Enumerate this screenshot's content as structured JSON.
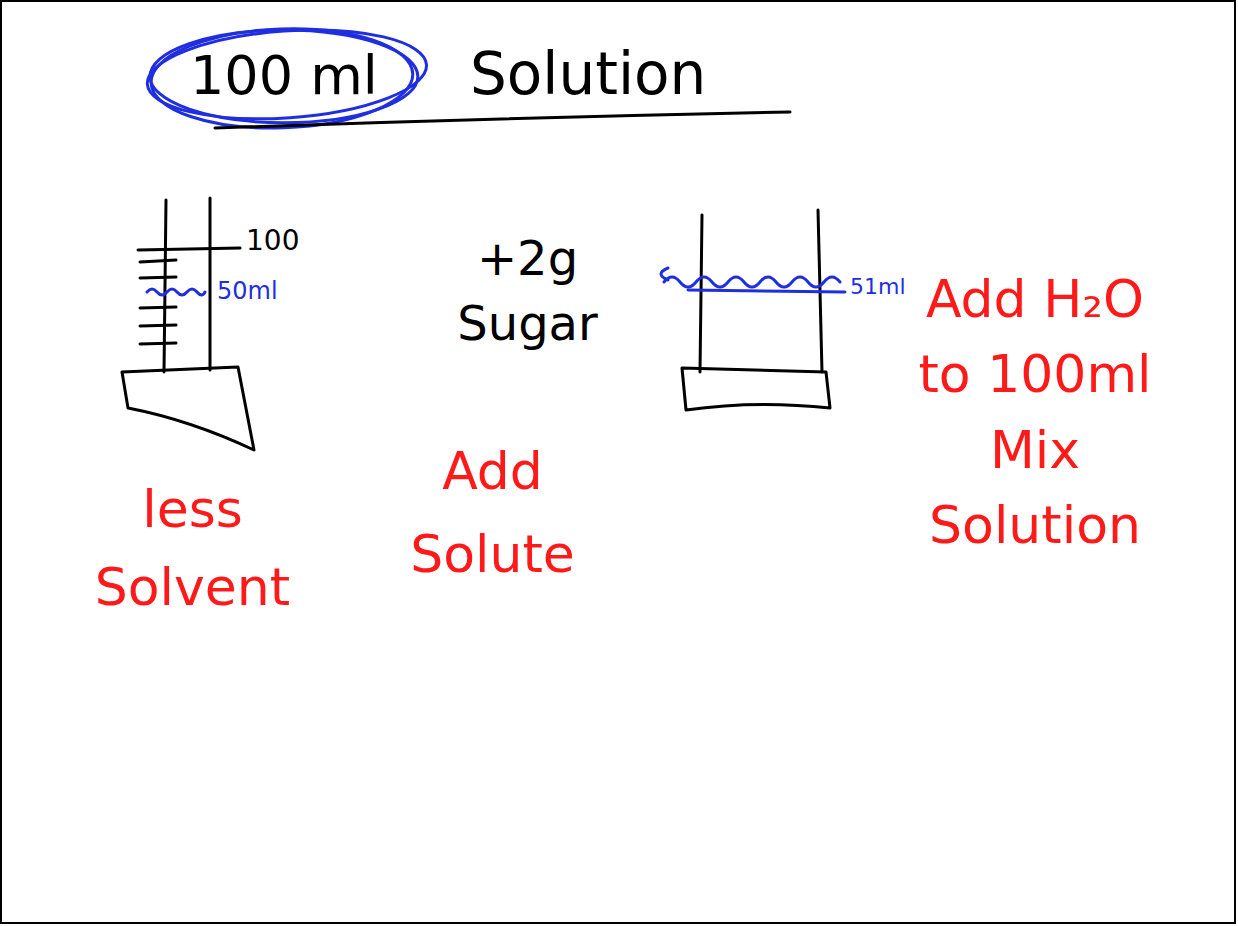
{
  "diagram": {
    "labels": [
      "100 ml",
      "Solution",
      "100",
      "50ml",
      "+2g Sugar",
      "51ml",
      "less Solvent",
      "Add Solute",
      "Add H₂O to 100ml Mix Solution"
    ]
  }
}
